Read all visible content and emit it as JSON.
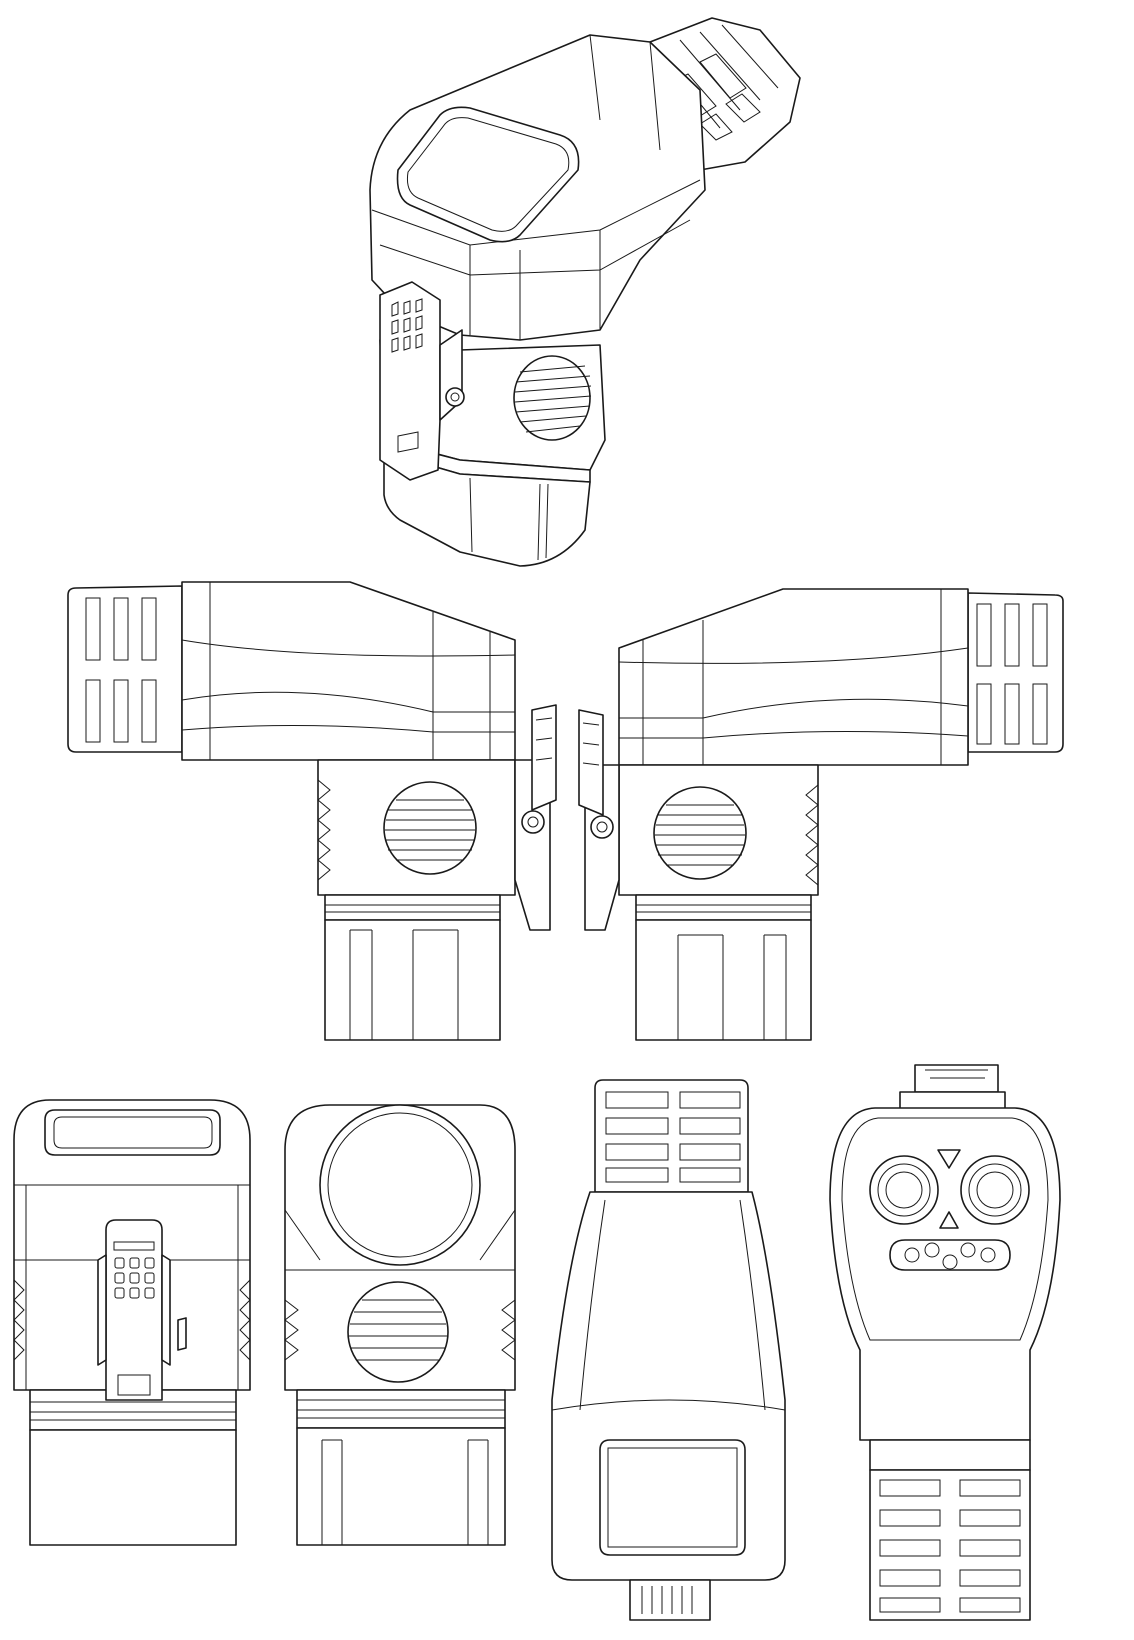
{
  "sheet": {
    "background": "#ffffff",
    "line_color": "#1a1a1a",
    "views": [
      {
        "id": "perspective",
        "view": "isometric"
      },
      {
        "id": "left-side",
        "view": "side"
      },
      {
        "id": "right-side",
        "view": "side-mirrored"
      },
      {
        "id": "latch-face",
        "view": "front"
      },
      {
        "id": "cable-face",
        "view": "back"
      },
      {
        "id": "top",
        "view": "top"
      },
      {
        "id": "mating-face",
        "view": "bottom"
      }
    ]
  }
}
